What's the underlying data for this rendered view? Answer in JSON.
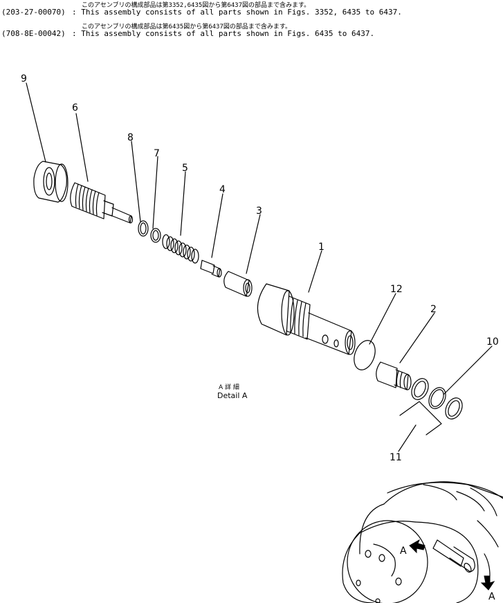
{
  "header": {
    "jp_line_1": "このアセンブリの構成部品は第3352,6435図から第6437図の部品まで含みます。",
    "code_1": "(203-27-00070)",
    "en_line_1": ": This assembly consists of all parts shown in Figs. 3352, 6435 to 6437.",
    "jp_line_2": "このアセンブリの構成部品は第6435図から第6437図の部品まで含みます。",
    "code_2": "(708-8E-00042)",
    "en_line_2": ": This assembly consists of all parts shown in Figs. 6435 to 6437."
  },
  "callouts": [
    "9",
    "6",
    "8",
    "7",
    "5",
    "4",
    "3",
    "1",
    "12",
    "2",
    "10",
    "11"
  ],
  "detail": {
    "jp": "A 詳 細",
    "en": "Detail  A",
    "arrow_label_1": "A",
    "arrow_label_2": "A"
  }
}
